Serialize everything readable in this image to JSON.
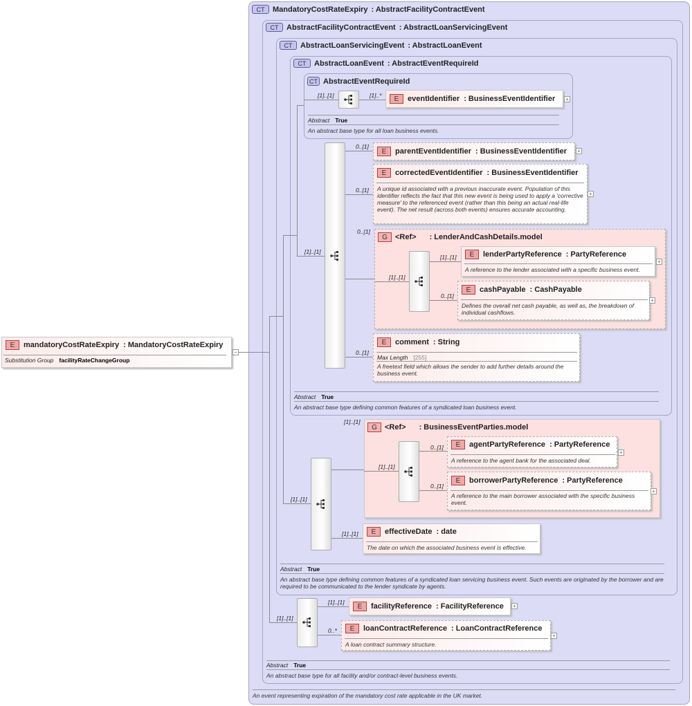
{
  "ct_mandatory": {
    "badge": "CT",
    "title": "MandatoryCostRateExpiry",
    "base": ": AbstractFacilityContractEvent",
    "doc": "An event representing expiration of the mandatory cost rate applicable in the UK market."
  },
  "ct_facility": {
    "badge": "CT",
    "title": "AbstractFacilityContractEvent",
    "base": ": AbstractLoanServicingEvent",
    "abstract_label": "Abstract",
    "abstract_value": "True",
    "doc": "An abstract base type for all facility and/or contract-level business events."
  },
  "ct_servicing": {
    "badge": "CT",
    "title": "AbstractLoanServicingEvent",
    "base": ": AbstractLoanEvent",
    "abstract_label": "Abstract",
    "abstract_value": "True",
    "doc": "An abstract base type defining common features of a syndicated loan servicing business event. Such events are originated by the borrower and are required to be communicated to the lender syndicate by agents."
  },
  "ct_loan": {
    "badge": "CT",
    "title": "AbstractLoanEvent",
    "base": ": AbstractEventRequireId",
    "abstract_label": "Abstract",
    "abstract_value": "True",
    "doc": "An abstract base type defining common features of a syndicated loan business event."
  },
  "ct_require": {
    "badge": "CT",
    "title": "AbstractEventRequireId",
    "abstract_label": "Abstract",
    "abstract_value": "True",
    "doc": "An abstract base type for all loan business events."
  },
  "root": {
    "badge": "E",
    "name": "mandatoryCostRateExpiry",
    "type": ": MandatoryCostRateExpiry",
    "sg_label": "Substitution Group",
    "sg_value": "facilityRateChangeGroup",
    "toggle": "−"
  },
  "event_identifier": {
    "badge": "E",
    "name": "eventIdentifier",
    "type": ": BusinessEventIdentifier",
    "card": "[1]..*",
    "seq_card": "[1]..[1]"
  },
  "parent_event": {
    "badge": "E",
    "name": "parentEventIdentifier",
    "type": ": BusinessEventIdentifier",
    "card": "0..[1]"
  },
  "corrected_event": {
    "badge": "E",
    "name": "correctedEventIdentifier",
    "type": ": BusinessEventIdentifier",
    "card": "0..[1]",
    "doc": "A unique id associated with a previous inaccurate event. Population of this identifier reflects the fact that this new event is being used to apply a 'corrective measure' to the referenced event (rather than this being an actual real-life event). The net result (across both events) ensures accurate accounting."
  },
  "lender_cash_group": {
    "badge": "G",
    "ref": "<Ref>",
    "name": ": LenderAndCashDetails.model",
    "card": "0..[1]",
    "seq_card": "[1]..[1]"
  },
  "lender_party": {
    "badge": "E",
    "name": "lenderPartyReference",
    "type": ": PartyReference",
    "card": "[1]..[1]",
    "doc": "A reference to the lender associated with a specific business event."
  },
  "cash_payable": {
    "badge": "E",
    "name": "cashPayable",
    "type": ": CashPayable",
    "card": "0..[1]",
    "doc": "Defines the overall net cash payable, as well as, the breakdown of individual cashflows."
  },
  "comment": {
    "badge": "E",
    "name": "comment",
    "type": ": String",
    "card": "0..[1]",
    "facet_label": "Max Length",
    "facet_value": "[255]",
    "doc": "A freetext field which allows the sender to add further details around the business event."
  },
  "loan_seq_card": "[1]..[1]",
  "parties_group": {
    "badge": "G",
    "ref": "<Ref>",
    "name": ": BusinessEventParties.model",
    "card": "[1]..[1]",
    "seq_card": "[1]..[1]"
  },
  "agent_party": {
    "badge": "E",
    "name": "agentPartyReference",
    "type": ": PartyReference",
    "card": "0..[1]",
    "doc": "A reference to the agent bank for the associated deal."
  },
  "borrower_party": {
    "badge": "E",
    "name": "borrowerPartyReference",
    "type": ": PartyReference",
    "card": "0..[1]",
    "doc": "A reference to the main borrower associated with the specific business event."
  },
  "effective_date": {
    "badge": "E",
    "name": "effectiveDate",
    "type": ": date",
    "card": "[1]..[1]",
    "doc": "The date on which the associated business event is effective."
  },
  "servicing_seq_card": "[1]..[1]",
  "facility_ref": {
    "badge": "E",
    "name": "facilityReference",
    "type": ": FacilityReference",
    "card": "[1]..[1]"
  },
  "loan_contract_ref": {
    "badge": "E",
    "name": "loanContractReference",
    "type": ": LoanContractReference",
    "card": "0..*",
    "doc": "A loan contract summary structure."
  },
  "facility_seq_card": "[1]..[1]",
  "expand_symbol": "+"
}
